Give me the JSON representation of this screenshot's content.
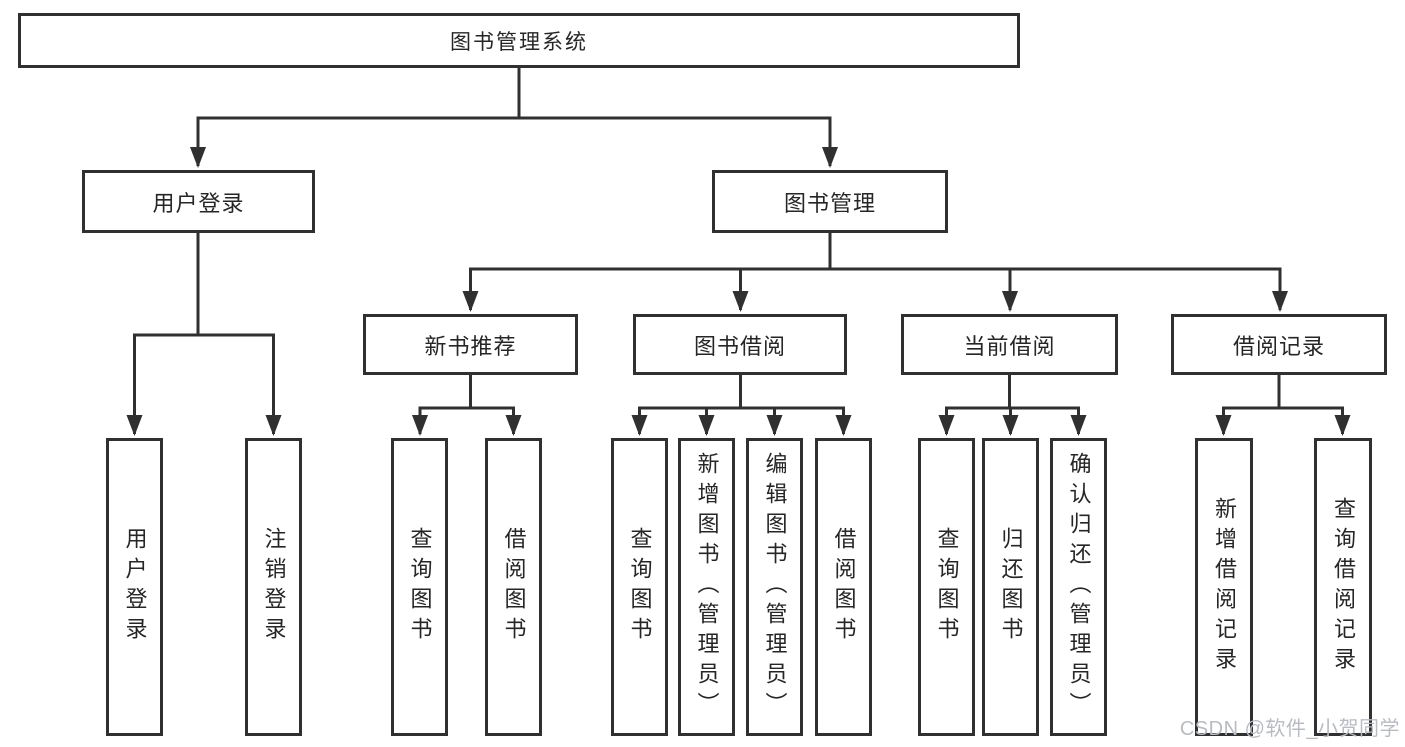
{
  "diagram": {
    "root": {
      "label": "图书管理系统"
    },
    "login": {
      "label": "用户登录",
      "children": [
        {
          "label": "用户登录"
        },
        {
          "label": "注销登录"
        }
      ]
    },
    "management": {
      "label": "图书管理",
      "groups": [
        {
          "label": "新书推荐",
          "children": [
            {
              "label": "查询图书"
            },
            {
              "label": "借阅图书"
            }
          ]
        },
        {
          "label": "图书借阅",
          "children": [
            {
              "label": "查询图书"
            },
            {
              "label": "新增图书（管理员）"
            },
            {
              "label": "编辑图书（管理员）"
            },
            {
              "label": "借阅图书"
            }
          ]
        },
        {
          "label": "当前借阅",
          "children": [
            {
              "label": "查询图书"
            },
            {
              "label": "归还图书"
            },
            {
              "label": "确认归还（管理员）"
            }
          ]
        },
        {
          "label": "借阅记录",
          "children": [
            {
              "label": "新增借阅记录"
            },
            {
              "label": "查询借阅记录"
            }
          ]
        }
      ]
    },
    "watermark": "CSDN @软件_小贺同学",
    "colors": {
      "line": "#303030",
      "text": "#262626",
      "background": "#ffffff",
      "watermark": "#b8bcc2"
    }
  }
}
